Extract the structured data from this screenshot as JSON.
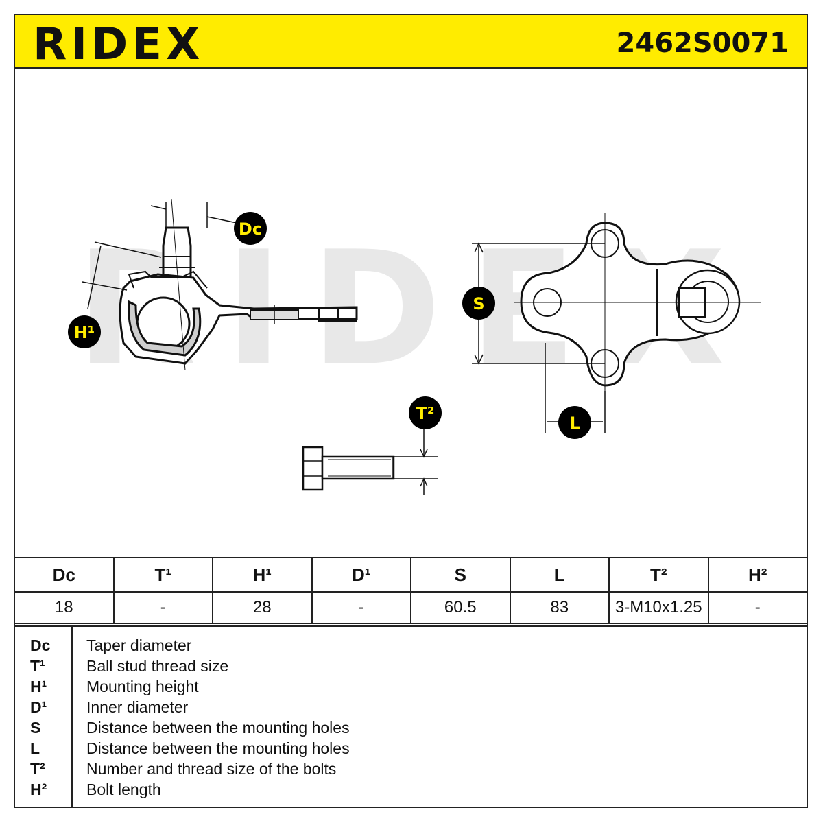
{
  "header": {
    "brand": "RIDEX",
    "part_number": "2462S0071"
  },
  "diagram": {
    "watermark": "RIDEX",
    "labels": {
      "dc": "Dc",
      "h1": "H¹",
      "s": "S",
      "l": "L",
      "t2": "T²"
    },
    "colors": {
      "badge_fill": "#000000",
      "badge_text": "#ffec00",
      "header_bg": "#ffec00",
      "watermark": "#e6e6e6"
    }
  },
  "dimensions": {
    "headers": [
      "Dc",
      "T¹",
      "H¹",
      "D¹",
      "S",
      "L",
      "T²",
      "H²"
    ],
    "values": [
      "18",
      "-",
      "28",
      "-",
      "60.5",
      "83",
      "3-M10x1.25",
      "-"
    ]
  },
  "legend": [
    {
      "code": "Dc",
      "text": "Taper diameter"
    },
    {
      "code": "T¹",
      "text": "Ball stud thread size"
    },
    {
      "code": "H¹",
      "text": "Mounting height"
    },
    {
      "code": "D¹",
      "text": "Inner diameter"
    },
    {
      "code": "S",
      "text": "Distance between the mounting holes"
    },
    {
      "code": "L",
      "text": "Distance between the mounting holes"
    },
    {
      "code": "T²",
      "text": "Number and thread size of the bolts"
    },
    {
      "code": "H²",
      "text": "Bolt length"
    }
  ]
}
